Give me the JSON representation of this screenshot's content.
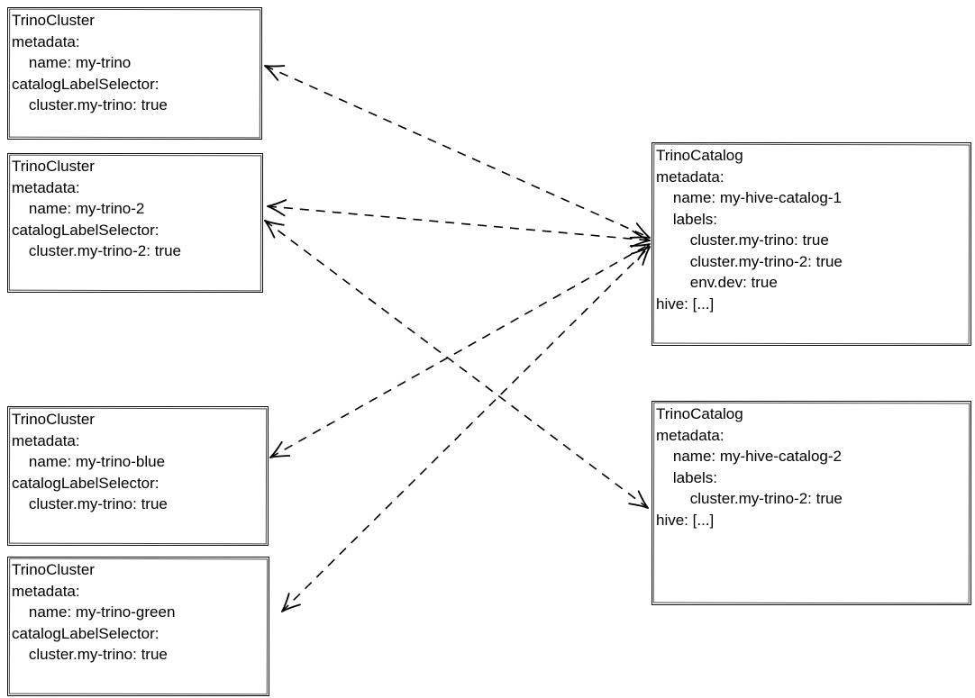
{
  "diagram": {
    "colors": {
      "background": "#ffffff",
      "node_border": "#111111",
      "edge_stroke": "#000000",
      "text": "#000000"
    },
    "nodes": {
      "cluster1": {
        "kind": "TrinoCluster",
        "name": "my-trino",
        "lines": [
          "TrinoCluster",
          "metadata:",
          "    name: my-trino",
          "catalogLabelSelector:",
          "    cluster.my-trino: true"
        ]
      },
      "cluster2": {
        "kind": "TrinoCluster",
        "name": "my-trino-2",
        "lines": [
          "TrinoCluster",
          "metadata:",
          "    name: my-trino-2",
          "catalogLabelSelector:",
          "    cluster.my-trino-2: true"
        ]
      },
      "cluster3": {
        "kind": "TrinoCluster",
        "name": "my-trino-blue",
        "lines": [
          "TrinoCluster",
          "metadata:",
          "    name: my-trino-blue",
          "catalogLabelSelector:",
          "    cluster.my-trino: true"
        ]
      },
      "cluster4": {
        "kind": "TrinoCluster",
        "name": "my-trino-green",
        "lines": [
          "TrinoCluster",
          "metadata:",
          "    name: my-trino-green",
          "catalogLabelSelector:",
          "    cluster.my-trino: true"
        ]
      },
      "catalog1": {
        "kind": "TrinoCatalog",
        "name": "my-hive-catalog-1",
        "lines": [
          "TrinoCatalog",
          "metadata:",
          "    name: my-hive-catalog-1",
          "    labels:",
          "        cluster.my-trino: true",
          "        cluster.my-trino-2: true",
          "        env.dev: true",
          "hive: [...]"
        ]
      },
      "catalog2": {
        "kind": "TrinoCatalog",
        "name": "my-hive-catalog-2",
        "lines": [
          "TrinoCatalog",
          "metadata:",
          "    name: my-hive-catalog-2",
          "    labels:",
          "        cluster.my-trino-2: true",
          "hive: [...]"
        ]
      }
    },
    "edges": [
      {
        "from": "TrinoCluster my-trino",
        "to": "TrinoCatalog my-hive-catalog-1",
        "line_style": "dashed",
        "arrowheads": "both"
      },
      {
        "from": "TrinoCluster my-trino-2",
        "to": "TrinoCatalog my-hive-catalog-1",
        "line_style": "dashed",
        "arrowheads": "both"
      },
      {
        "from": "TrinoCluster my-trino-blue",
        "to": "TrinoCatalog my-hive-catalog-1",
        "line_style": "dashed",
        "arrowheads": "both"
      },
      {
        "from": "TrinoCluster my-trino-green",
        "to": "TrinoCatalog my-hive-catalog-1",
        "line_style": "dashed",
        "arrowheads": "both"
      },
      {
        "from": "TrinoCluster my-trino-2",
        "to": "TrinoCatalog my-hive-catalog-2",
        "line_style": "dashed",
        "arrowheads": "both"
      }
    ]
  }
}
